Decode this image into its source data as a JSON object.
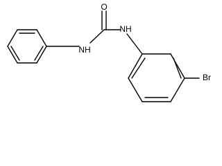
{
  "molecule": {
    "atom_labels": {
      "oxygen": "O",
      "nh_left": "NH",
      "nh_right": "NH",
      "bromine": "Br"
    }
  },
  "colors": {
    "bond": "#000000",
    "label": "#000000",
    "background": "#ffffff"
  }
}
